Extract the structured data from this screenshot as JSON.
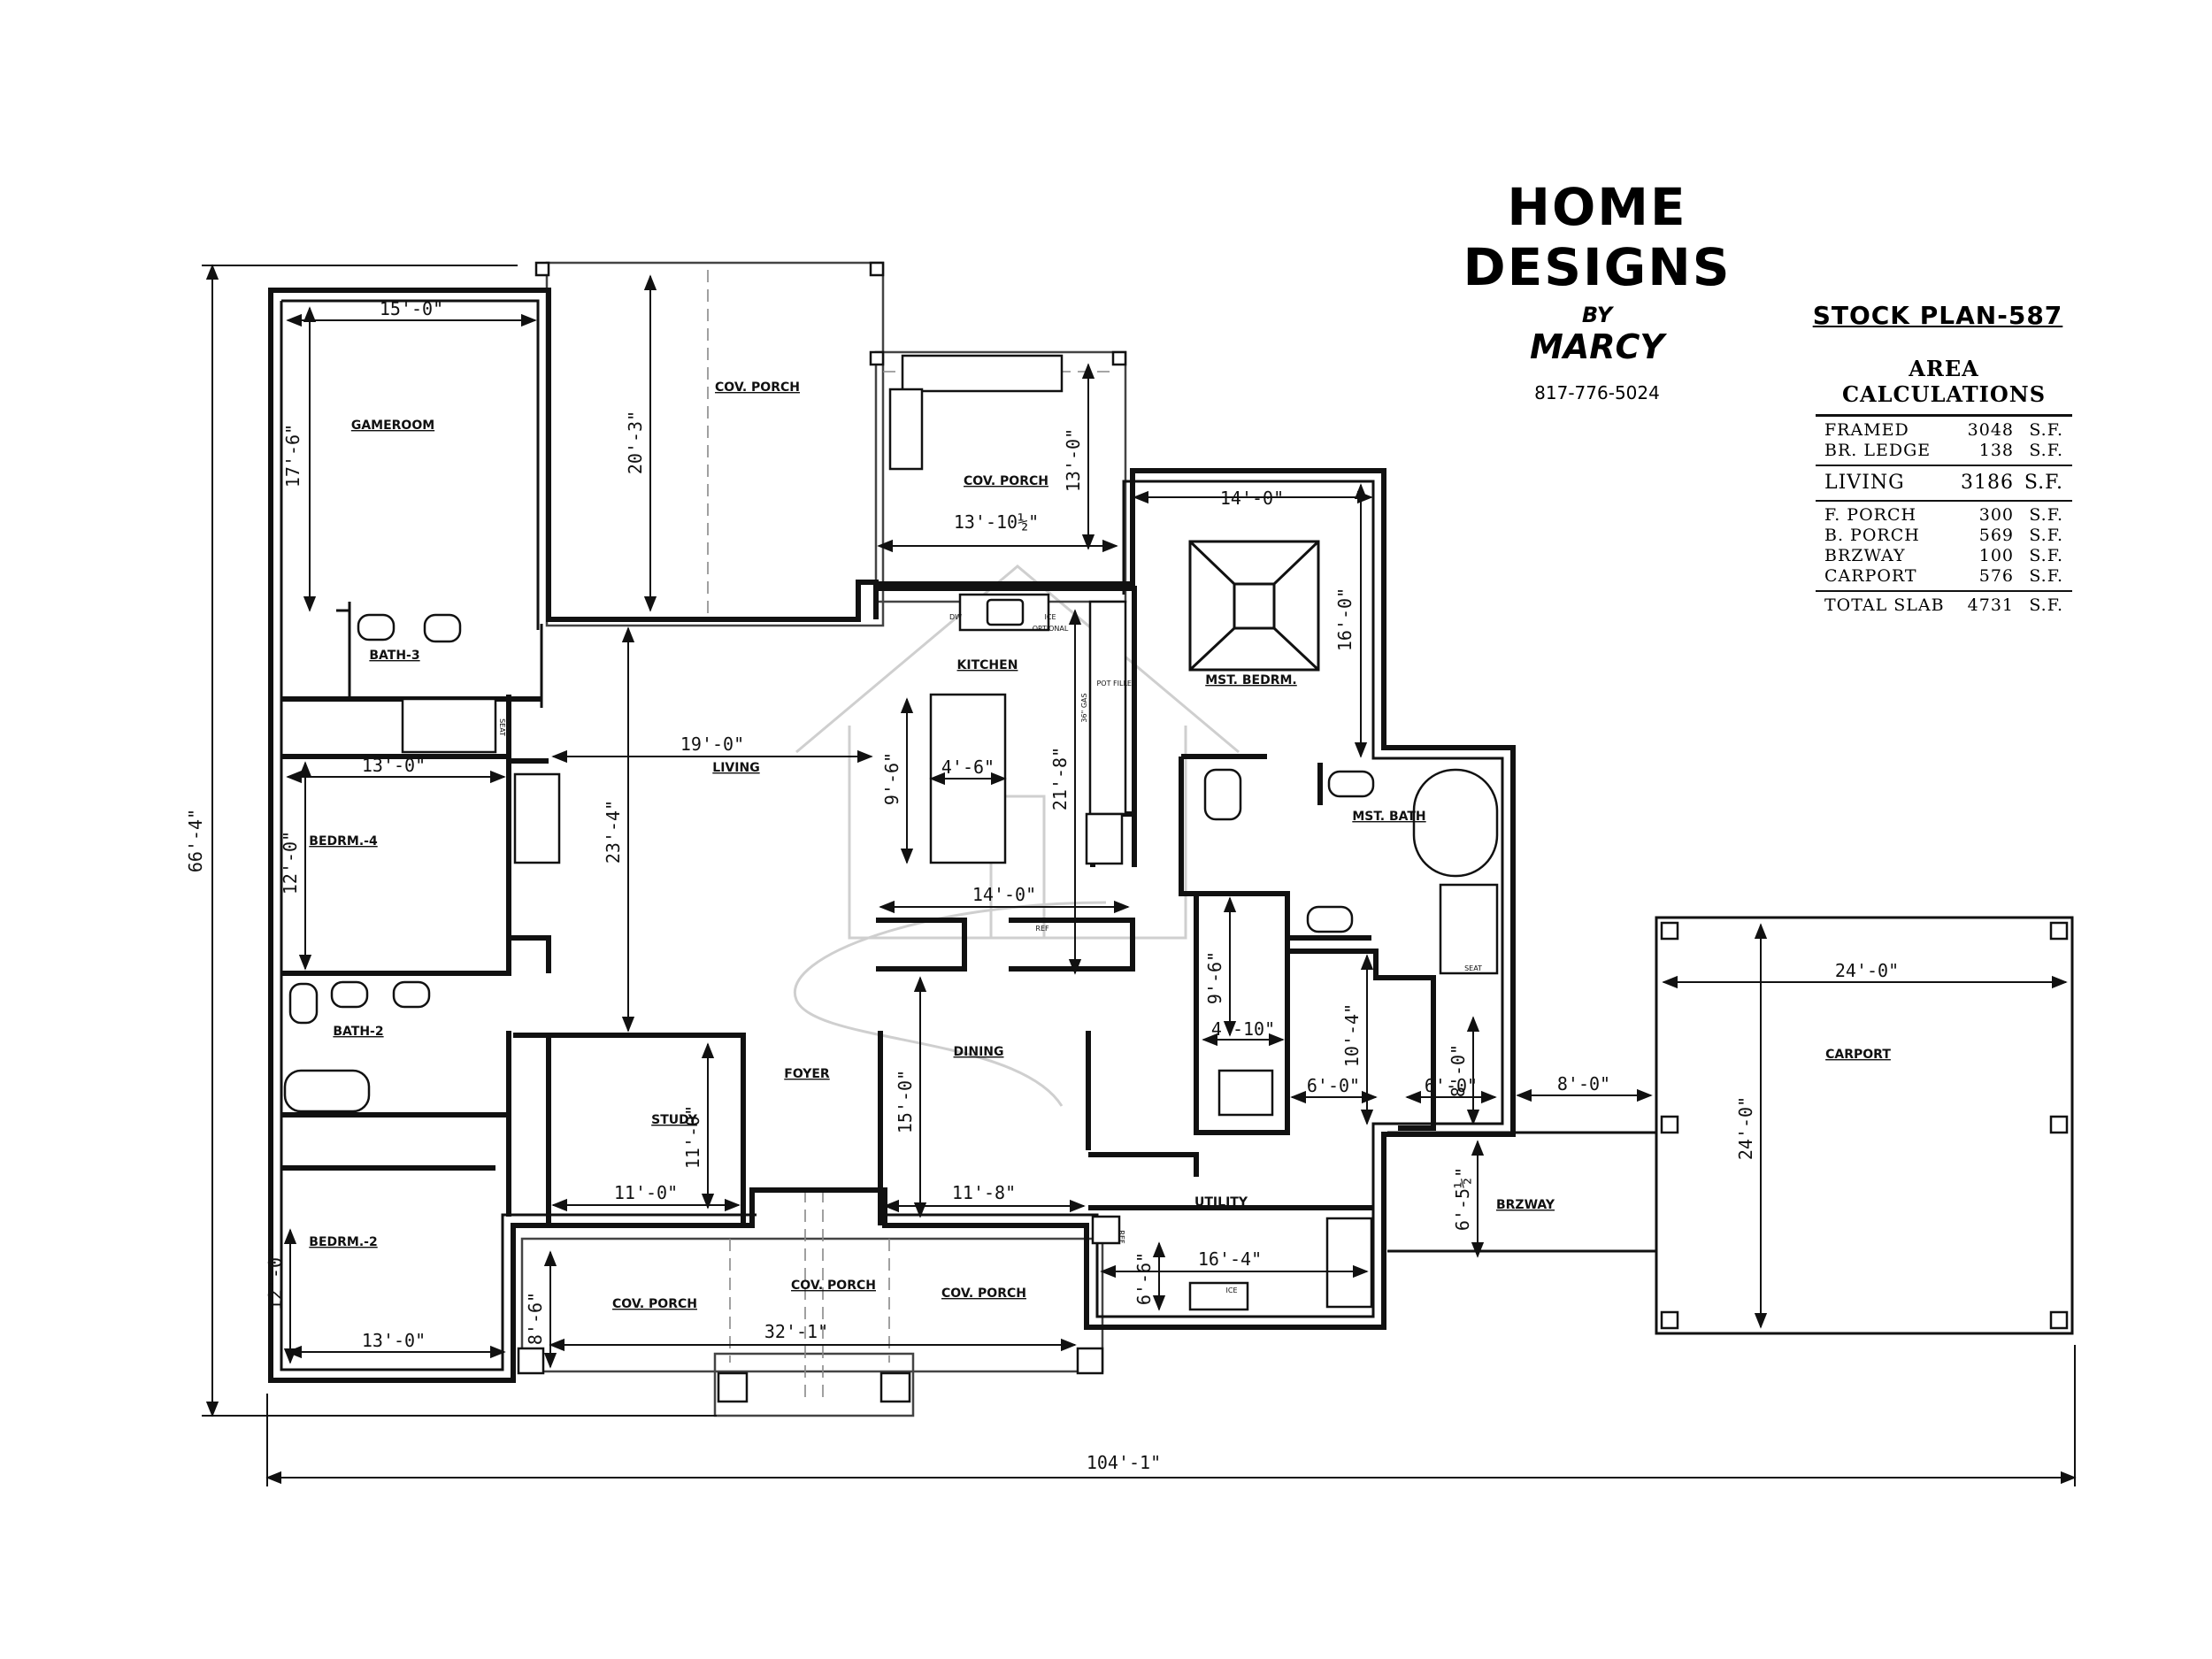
{
  "title_block": {
    "brand_name": "HOME DESIGNS",
    "brand_by": "BY",
    "brand_owner": "MARCY",
    "phone": "817-776-5024"
  },
  "stock_plan": "STOCK PLAN-587",
  "area_calculations": {
    "title": "AREA CALCULATIONS",
    "groups": [
      [
        {
          "label": "FRAMED",
          "value": "3048",
          "unit": "S.F."
        },
        {
          "label": "BR. LEDGE",
          "value": "138",
          "unit": "S.F."
        }
      ],
      [
        {
          "label": "LIVING",
          "value": "3186",
          "unit": "S.F."
        }
      ],
      [
        {
          "label": "F. PORCH",
          "value": "300",
          "unit": "S.F."
        },
        {
          "label": "B. PORCH",
          "value": "569",
          "unit": "S.F."
        },
        {
          "label": "BRZWAY",
          "value": "100",
          "unit": "S.F."
        },
        {
          "label": "CARPORT",
          "value": "576",
          "unit": "S.F."
        }
      ],
      [
        {
          "label": "TOTAL SLAB",
          "value": "4731",
          "unit": "S.F."
        }
      ]
    ]
  },
  "rooms": {
    "gameroom": "GAMEROOM",
    "cov_porch_rear_left": "COV. PORCH",
    "cov_porch_rear_right": "COV. PORCH",
    "bath_3": "BATH-3",
    "living": "LIVING",
    "kitchen": "KITCHEN",
    "mst_bedrm": "MST. BEDRM.",
    "mst_bath": "MST. BATH",
    "bedrm_4": "BEDRM.-4",
    "bath_2": "BATH-2",
    "study": "STUDY",
    "foyer": "FOYER",
    "dining": "DINING",
    "bedrm_2": "BEDRM.-2",
    "cov_porch_front_left": "COV. PORCH",
    "cov_porch_front_center": "COV. PORCH",
    "cov_porch_front_right": "COV. PORCH",
    "utility": "UTILITY",
    "carport": "CARPORT",
    "brzway": "BRZWAY"
  },
  "fixture_labels": {
    "seat_1": "SEAT",
    "seat_2": "SEAT",
    "dw": "DW",
    "ice_kitchen": "ICE",
    "optional": "OPTIONAL",
    "ref_kitchen": "REF",
    "ref_utility": "REF",
    "ice_utility": "ICE",
    "gas": "36\" GAS",
    "pot_filler": "POT FILLER"
  },
  "dimensions": {
    "overall_width": "104'-1\"",
    "overall_depth": "66'-4\"",
    "gameroom_w": "15'-0\"",
    "gameroom_d": "17'-6\"",
    "rear_porch_d": "20'-3\"",
    "rear_porch2_d": "13'-0\"",
    "rear_porch2_w": "13'-10½\"",
    "mst_bedrm_w": "14'-0\"",
    "mst_bedrm_d": "16'-0\"",
    "living_w": "19'-0\"",
    "living_d": "23'-4\"",
    "island_w": "4'-6\"",
    "island_d": "9'-6\"",
    "kitchen_d": "21'-8\"",
    "kitchen_w": "14'-0\"",
    "bedrm4_w": "13'-0\"",
    "bedrm4_d": "12'-0\"",
    "closet_d": "9'-6\"",
    "closet_w": "4'-10\"",
    "mst_bath_d": "10'-4\"",
    "closet2_d": "8'-0\"",
    "wic1_w": "6'-0\"",
    "wic2_w": "6'-0\"",
    "study_d": "11'-0\"",
    "study_w": "11'-0\"",
    "dining_d": "15'-0\"",
    "dining_w": "11'-8\"",
    "brzway_d": "6'-5½\"",
    "brzway_w": "8'-0\"",
    "utility_w": "16'-4\"",
    "utility_d": "6'-6\"",
    "front_porch_d": "8'-6\"",
    "front_porch_w": "32'-1\"",
    "bedrm2_d": "12'-0\"",
    "bedrm2_w": "13'-0\"",
    "carport_w": "24'-0\"",
    "carport_d": "24'-0\""
  }
}
